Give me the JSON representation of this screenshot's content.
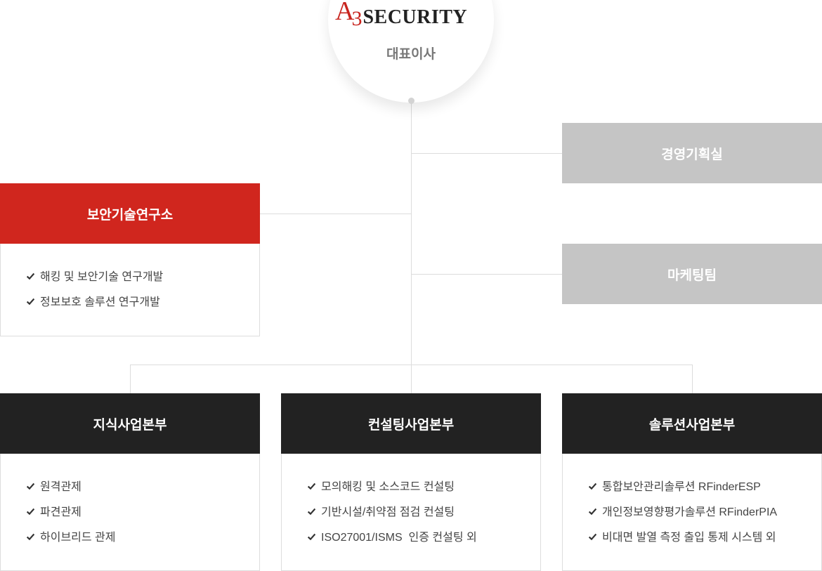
{
  "ceo": {
    "logo_mark": "A",
    "logo_mark_sub": "3",
    "logo_text": "SECURITY",
    "title": "대표이사"
  },
  "colors": {
    "red": "#d0261e",
    "dark": "#222222",
    "gray": "#c5c5c5",
    "line": "#dcdcdc"
  },
  "units": {
    "planning": {
      "name": "경영기획실"
    },
    "marketing": {
      "name": "마케팅팀"
    },
    "lab": {
      "name": "보안기술연구소",
      "items": [
        "해킹 및 보안기술 연구개발",
        "정보보호 솔루션 연구개발"
      ]
    },
    "knowledge": {
      "name": "지식사업본부",
      "items": [
        "원격관제",
        "파견관제",
        "하이브리드 관제"
      ]
    },
    "consulting": {
      "name": "컨설팅사업본부",
      "items": [
        "모의해킹 및 소스코드 컨설팅",
        "기반시설/취약점 점검 컨설팅",
        "ISO27001/ISMS  인증 컨설팅 외"
      ]
    },
    "solution": {
      "name": "솔루션사업본부",
      "items": [
        "통합보안관리솔루션 RFinderESP",
        "개인정보영향평가솔루션 RFinderPIA",
        "비대면 발열 측정 출입 통제 시스템 외"
      ]
    }
  }
}
